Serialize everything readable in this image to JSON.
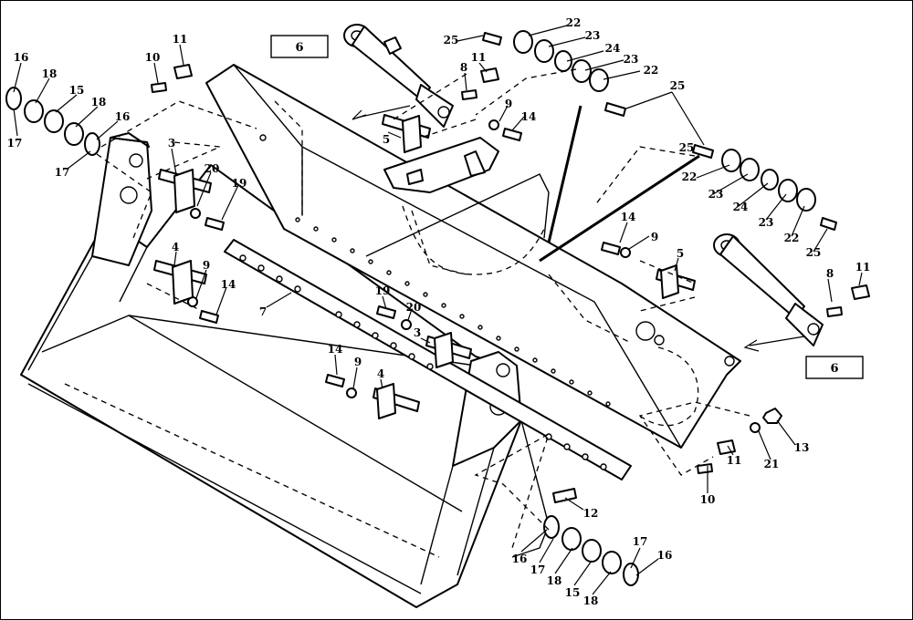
{
  "diagram": {
    "ref_boxes": [
      "6",
      "6"
    ],
    "callouts": {
      "c1": "16",
      "c2": "18",
      "c3": "15",
      "c4": "18",
      "c5": "16",
      "c6": "17",
      "c7": "17",
      "c8": "10",
      "c9": "11",
      "c10": "3",
      "c11": "20",
      "c12": "19",
      "c13": "4",
      "c14": "9",
      "c15": "14",
      "c16": "7",
      "c17": "5",
      "c18": "8",
      "c19": "11",
      "c20": "9",
      "c21": "14",
      "c22": "25",
      "c23": "22",
      "c24": "23",
      "c25": "24",
      "c26": "23",
      "c27": "22",
      "c28": "25",
      "c29": "25",
      "c30": "22",
      "c31": "23",
      "c32": "24",
      "c33": "23",
      "c34": "22",
      "c35": "25",
      "c36": "14",
      "c37": "9",
      "c38": "5",
      "c39": "8",
      "c40": "11",
      "c41": "19",
      "c42": "20",
      "c43": "3",
      "c44": "14",
      "c45": "9",
      "c46": "4",
      "c47": "13",
      "c48": "21",
      "c49": "10",
      "c50": "11",
      "c51": "12",
      "c52": "16",
      "c53": "17",
      "c54": "18",
      "c55": "15",
      "c56": "18",
      "c57": "17",
      "c58": "16"
    }
  }
}
